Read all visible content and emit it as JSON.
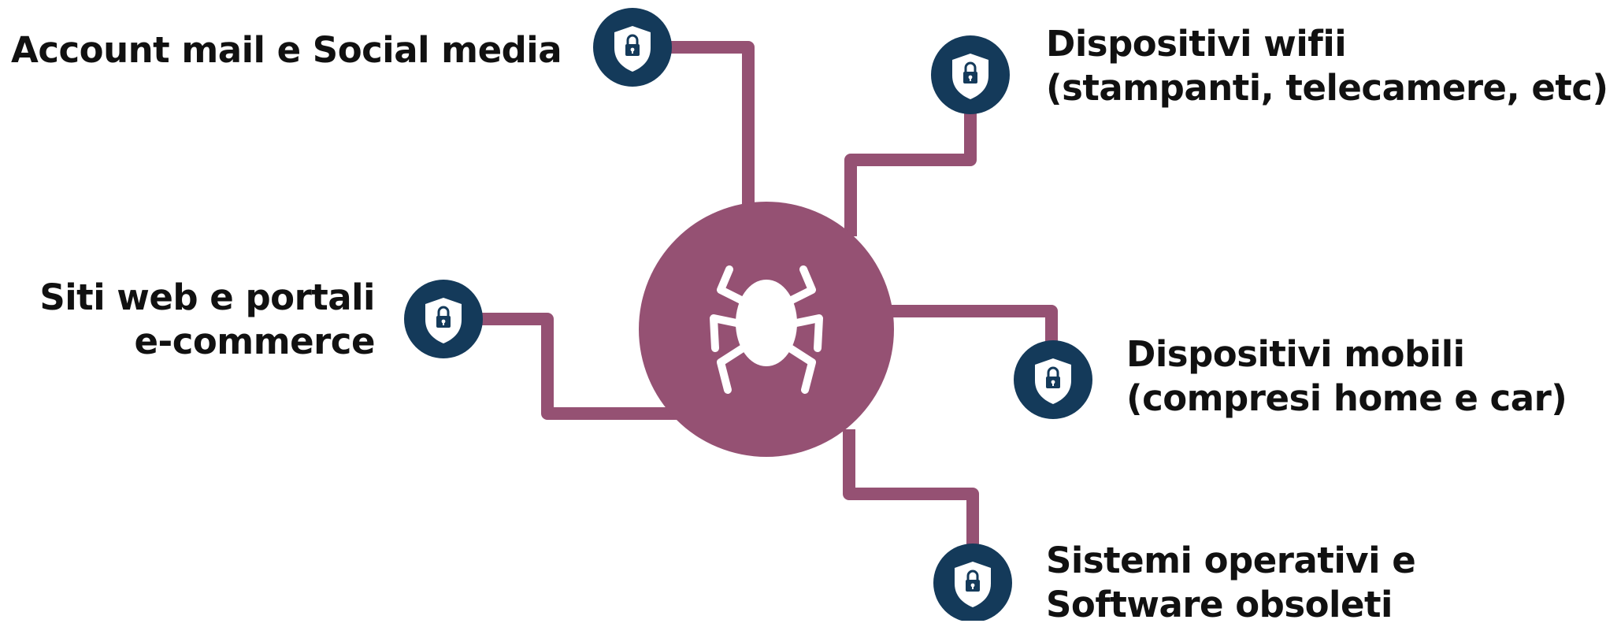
{
  "colors": {
    "accent": "#955173",
    "node": "#143a5a",
    "icon_fill": "#ffffff",
    "text": "#111111",
    "background": "#ffffff"
  },
  "center": {
    "icon": "bug-icon"
  },
  "nodes": [
    {
      "id": "account",
      "icon": "shield-lock-icon",
      "lines": [
        "Account mail e Social media"
      ]
    },
    {
      "id": "wifi",
      "icon": "shield-lock-icon",
      "lines": [
        "Dispositivi wifii",
        "(stampanti, telecamere, etc)"
      ]
    },
    {
      "id": "web",
      "icon": "shield-lock-icon",
      "lines": [
        "Siti web e portali",
        "e-commerce"
      ]
    },
    {
      "id": "mobile",
      "icon": "shield-lock-icon",
      "lines": [
        "Dispositivi mobili",
        "(compresi home e car)"
      ]
    },
    {
      "id": "os",
      "icon": "shield-lock-icon",
      "lines": [
        "Sistemi operativi e",
        "Software obsoleti"
      ]
    }
  ]
}
